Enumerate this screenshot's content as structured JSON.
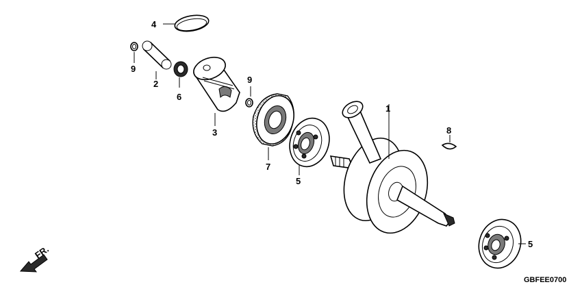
{
  "callouts": {
    "c1": "1",
    "c2": "2",
    "c3": "3",
    "c4": "4",
    "c5a": "5",
    "c5b": "5",
    "c6": "6",
    "c7": "7",
    "c8": "8",
    "c9a": "9",
    "c9b": "9"
  },
  "direction_label": "FR.",
  "diagram_code": "GBFEE0700"
}
